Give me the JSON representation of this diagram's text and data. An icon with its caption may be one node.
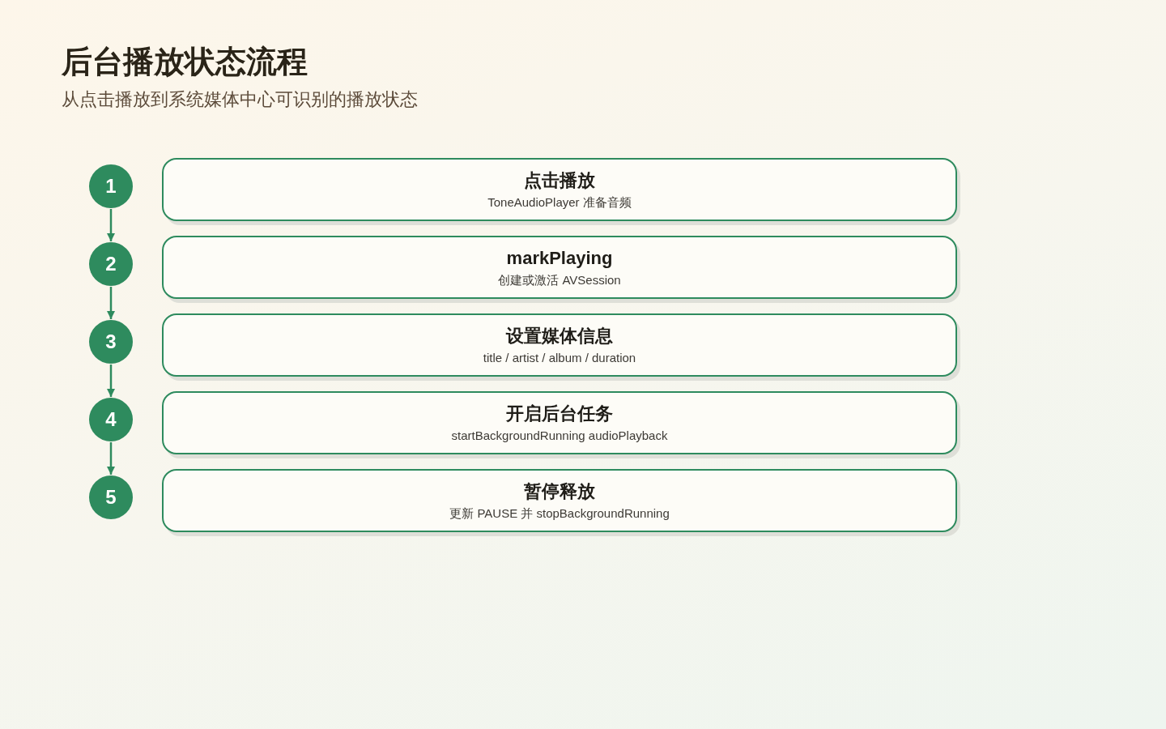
{
  "diagram": {
    "title": "后台播放状态流程",
    "nodes": [
      {
        "text": [
          "1"
        ]
      },
      {
        "text": [
          "点击播放",
          "ToneAudioPlayer 准备音频"
        ]
      },
      {
        "text": [
          "2"
        ]
      },
      {
        "text": [
          "markPlaying",
          "创建或激活 AVSession"
        ]
      },
      {
        "text": [
          "3"
        ]
      },
      {
        "text": [
          "设置媒体信息",
          "title / artist / album / duration"
        ]
      },
      {
        "text": [
          "4"
        ]
      },
      {
        "text": [
          "开启后台任务",
          "startBackgroundRunning audioPlayback"
        ]
      },
      {
        "text": [
          "5"
        ]
      },
      {
        "text": [
          "暂停释放",
          "更新 PAUSE 并 stopBackgroundRunning"
        ]
      }
    ],
    "edges": [
      {
        "from": 0,
        "to": 2,
        "arrow": "to"
      },
      {
        "from": 2,
        "to": 4,
        "arrow": "to"
      },
      {
        "from": 4,
        "to": 6,
        "arrow": "to"
      },
      {
        "from": 6,
        "to": 8,
        "arrow": "to"
      }
    ],
    "labels": [
      "从点击播放到系统媒体中心可识别的播放状态"
    ]
  }
}
